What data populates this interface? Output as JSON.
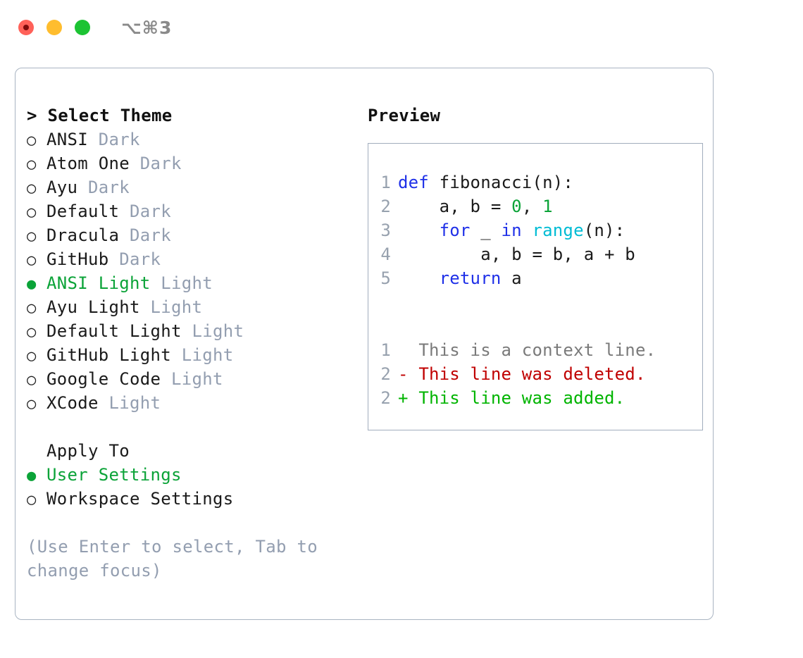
{
  "window": {
    "shortcut_label": "⌥⌘3",
    "traffic_lights": [
      {
        "name": "close",
        "color": "#ff6159"
      },
      {
        "name": "minimize",
        "color": "#ffbd2e"
      },
      {
        "name": "maximize",
        "color": "#1cc333"
      }
    ]
  },
  "colors": {
    "accent_green": "#0ba338",
    "muted": "#939eb0",
    "border": "#a9b4c2",
    "keyword_blue": "#1f30e8",
    "function_cyan": "#00bcd4",
    "number_green": "#0ba338",
    "diff_delete": "#c00000",
    "diff_add": "#00b400",
    "diff_context": "#7a7a7a"
  },
  "theme_section": {
    "header_prefix": "> ",
    "header_label": "Select Theme",
    "bullet_selected": "●",
    "bullet_unselected": "○",
    "items": [
      {
        "name": "ANSI",
        "tag": "Dark",
        "selected": false
      },
      {
        "name": "Atom One",
        "tag": "Dark",
        "selected": false
      },
      {
        "name": "Ayu",
        "tag": "Dark",
        "selected": false
      },
      {
        "name": "Default",
        "tag": "Dark",
        "selected": false
      },
      {
        "name": "Dracula",
        "tag": "Dark",
        "selected": false
      },
      {
        "name": "GitHub",
        "tag": "Dark",
        "selected": false
      },
      {
        "name": "ANSI Light",
        "tag": "Light",
        "selected": true
      },
      {
        "name": "Ayu Light",
        "tag": "Light",
        "selected": false
      },
      {
        "name": "Default Light",
        "tag": "Light",
        "selected": false
      },
      {
        "name": "GitHub Light",
        "tag": "Light",
        "selected": false
      },
      {
        "name": "Google Code",
        "tag": "Light",
        "selected": false
      },
      {
        "name": "XCode",
        "tag": "Light",
        "selected": false
      }
    ]
  },
  "apply_to_section": {
    "header_label": "Apply To",
    "items": [
      {
        "name": "User Settings",
        "selected": true
      },
      {
        "name": "Workspace Settings",
        "selected": false
      }
    ]
  },
  "keyboard_hint": "(Use Enter to select, Tab to change focus)",
  "preview": {
    "title": "Preview",
    "code_lines": [
      {
        "number": "1",
        "indent": "",
        "tokens": [
          {
            "text": "def ",
            "type": "kw"
          },
          {
            "text": "fibonacci(n):",
            "type": "plain"
          }
        ]
      },
      {
        "number": "2",
        "indent": "    ",
        "tokens": [
          {
            "text": "a, b = ",
            "type": "plain"
          },
          {
            "text": "0",
            "type": "num"
          },
          {
            "text": ", ",
            "type": "plain"
          },
          {
            "text": "1",
            "type": "num"
          }
        ]
      },
      {
        "number": "3",
        "indent": "    ",
        "tokens": [
          {
            "text": "for",
            "type": "kw"
          },
          {
            "text": " _ ",
            "type": "plain"
          },
          {
            "text": "in",
            "type": "kw"
          },
          {
            "text": " ",
            "type": "plain"
          },
          {
            "text": "range",
            "type": "fn"
          },
          {
            "text": "(n):",
            "type": "plain"
          }
        ]
      },
      {
        "number": "4",
        "indent": "        ",
        "tokens": [
          {
            "text": "a, b = b, a + b",
            "type": "plain"
          }
        ]
      },
      {
        "number": "5",
        "indent": "    ",
        "tokens": [
          {
            "text": "return",
            "type": "kw"
          },
          {
            "text": " a",
            "type": "plain"
          }
        ]
      }
    ],
    "diff_lines": [
      {
        "number": "1",
        "marker": "  ",
        "text": "This is a context line.",
        "kind": "context"
      },
      {
        "number": "2",
        "marker": "- ",
        "text": "This line was deleted.",
        "kind": "delete"
      },
      {
        "number": "2",
        "marker": "+ ",
        "text": "This line was added.",
        "kind": "add"
      }
    ]
  }
}
